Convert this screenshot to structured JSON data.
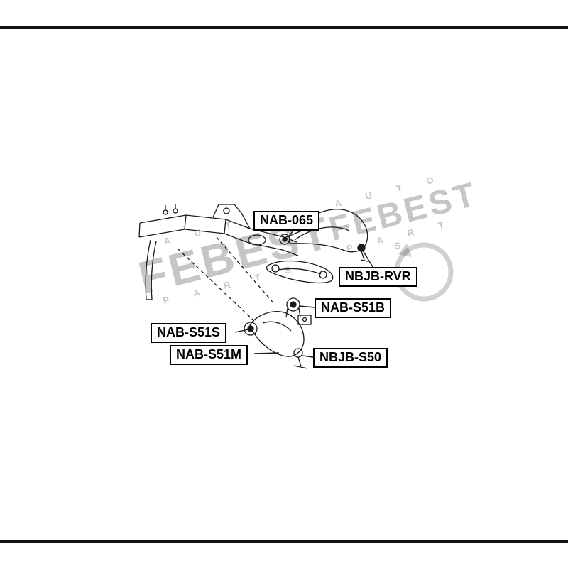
{
  "page": {
    "background_color": "#ffffff",
    "frame_bar_color": "#111111"
  },
  "watermark": {
    "brand": "FEBEST",
    "word_top": "A U T O",
    "word_bottom": "P A R T S",
    "color": "#c6c6c6"
  },
  "part_labels": [
    {
      "text": "NAB-065"
    },
    {
      "text": "NBJB-RVR"
    },
    {
      "text": "NAB-S51B"
    },
    {
      "text": "NAB-S51S"
    },
    {
      "text": "NAB-S51M"
    },
    {
      "text": "NBJB-S50"
    }
  ]
}
